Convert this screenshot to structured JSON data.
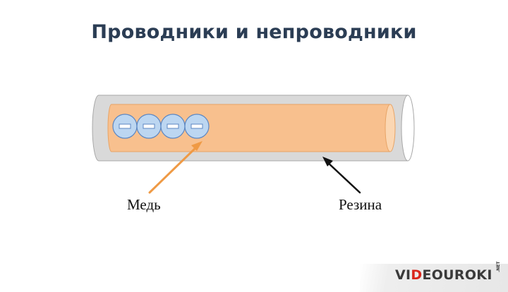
{
  "slide": {
    "title": "Проводники и непроводники"
  },
  "diagram": {
    "labels": {
      "copper": "Медь",
      "rubber": "Резина"
    },
    "electron_count": 4,
    "colors": {
      "rubber_shell": "#d9d9d9",
      "copper_core": "#f8c08e",
      "copper_pointer": "#ef9a45",
      "rubber_pointer": "#111111",
      "electron_fill": "#bcd6f1",
      "electron_stroke": "#5b86c2"
    }
  },
  "watermark": {
    "brand_pre": "VI",
    "brand_accent": "D",
    "brand_post": "EOUROKI",
    "brand_suffix": ".NET"
  }
}
